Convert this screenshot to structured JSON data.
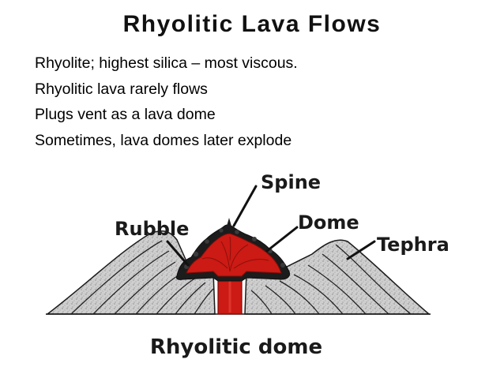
{
  "slide": {
    "title": "Rhyolitic Lava Flows",
    "bullets": [
      "Rhyolite; highest silica – most viscous.",
      "Rhyolitic lava rarely flows",
      "Plugs vent as a lava dome",
      "Sometimes, lava domes later explode"
    ]
  },
  "diagram": {
    "labels": {
      "spine": "Spine",
      "rubble": "Rubble",
      "dome": "Dome",
      "tephra": "Tephra"
    },
    "caption": "Rhyolitic dome",
    "colors": {
      "lava": "#cc1a14",
      "lava_dark": "#7a0e0a",
      "crust": "#1c1c1c",
      "tephra": "#c8c8c8",
      "outline": "#1a1a1a"
    }
  }
}
